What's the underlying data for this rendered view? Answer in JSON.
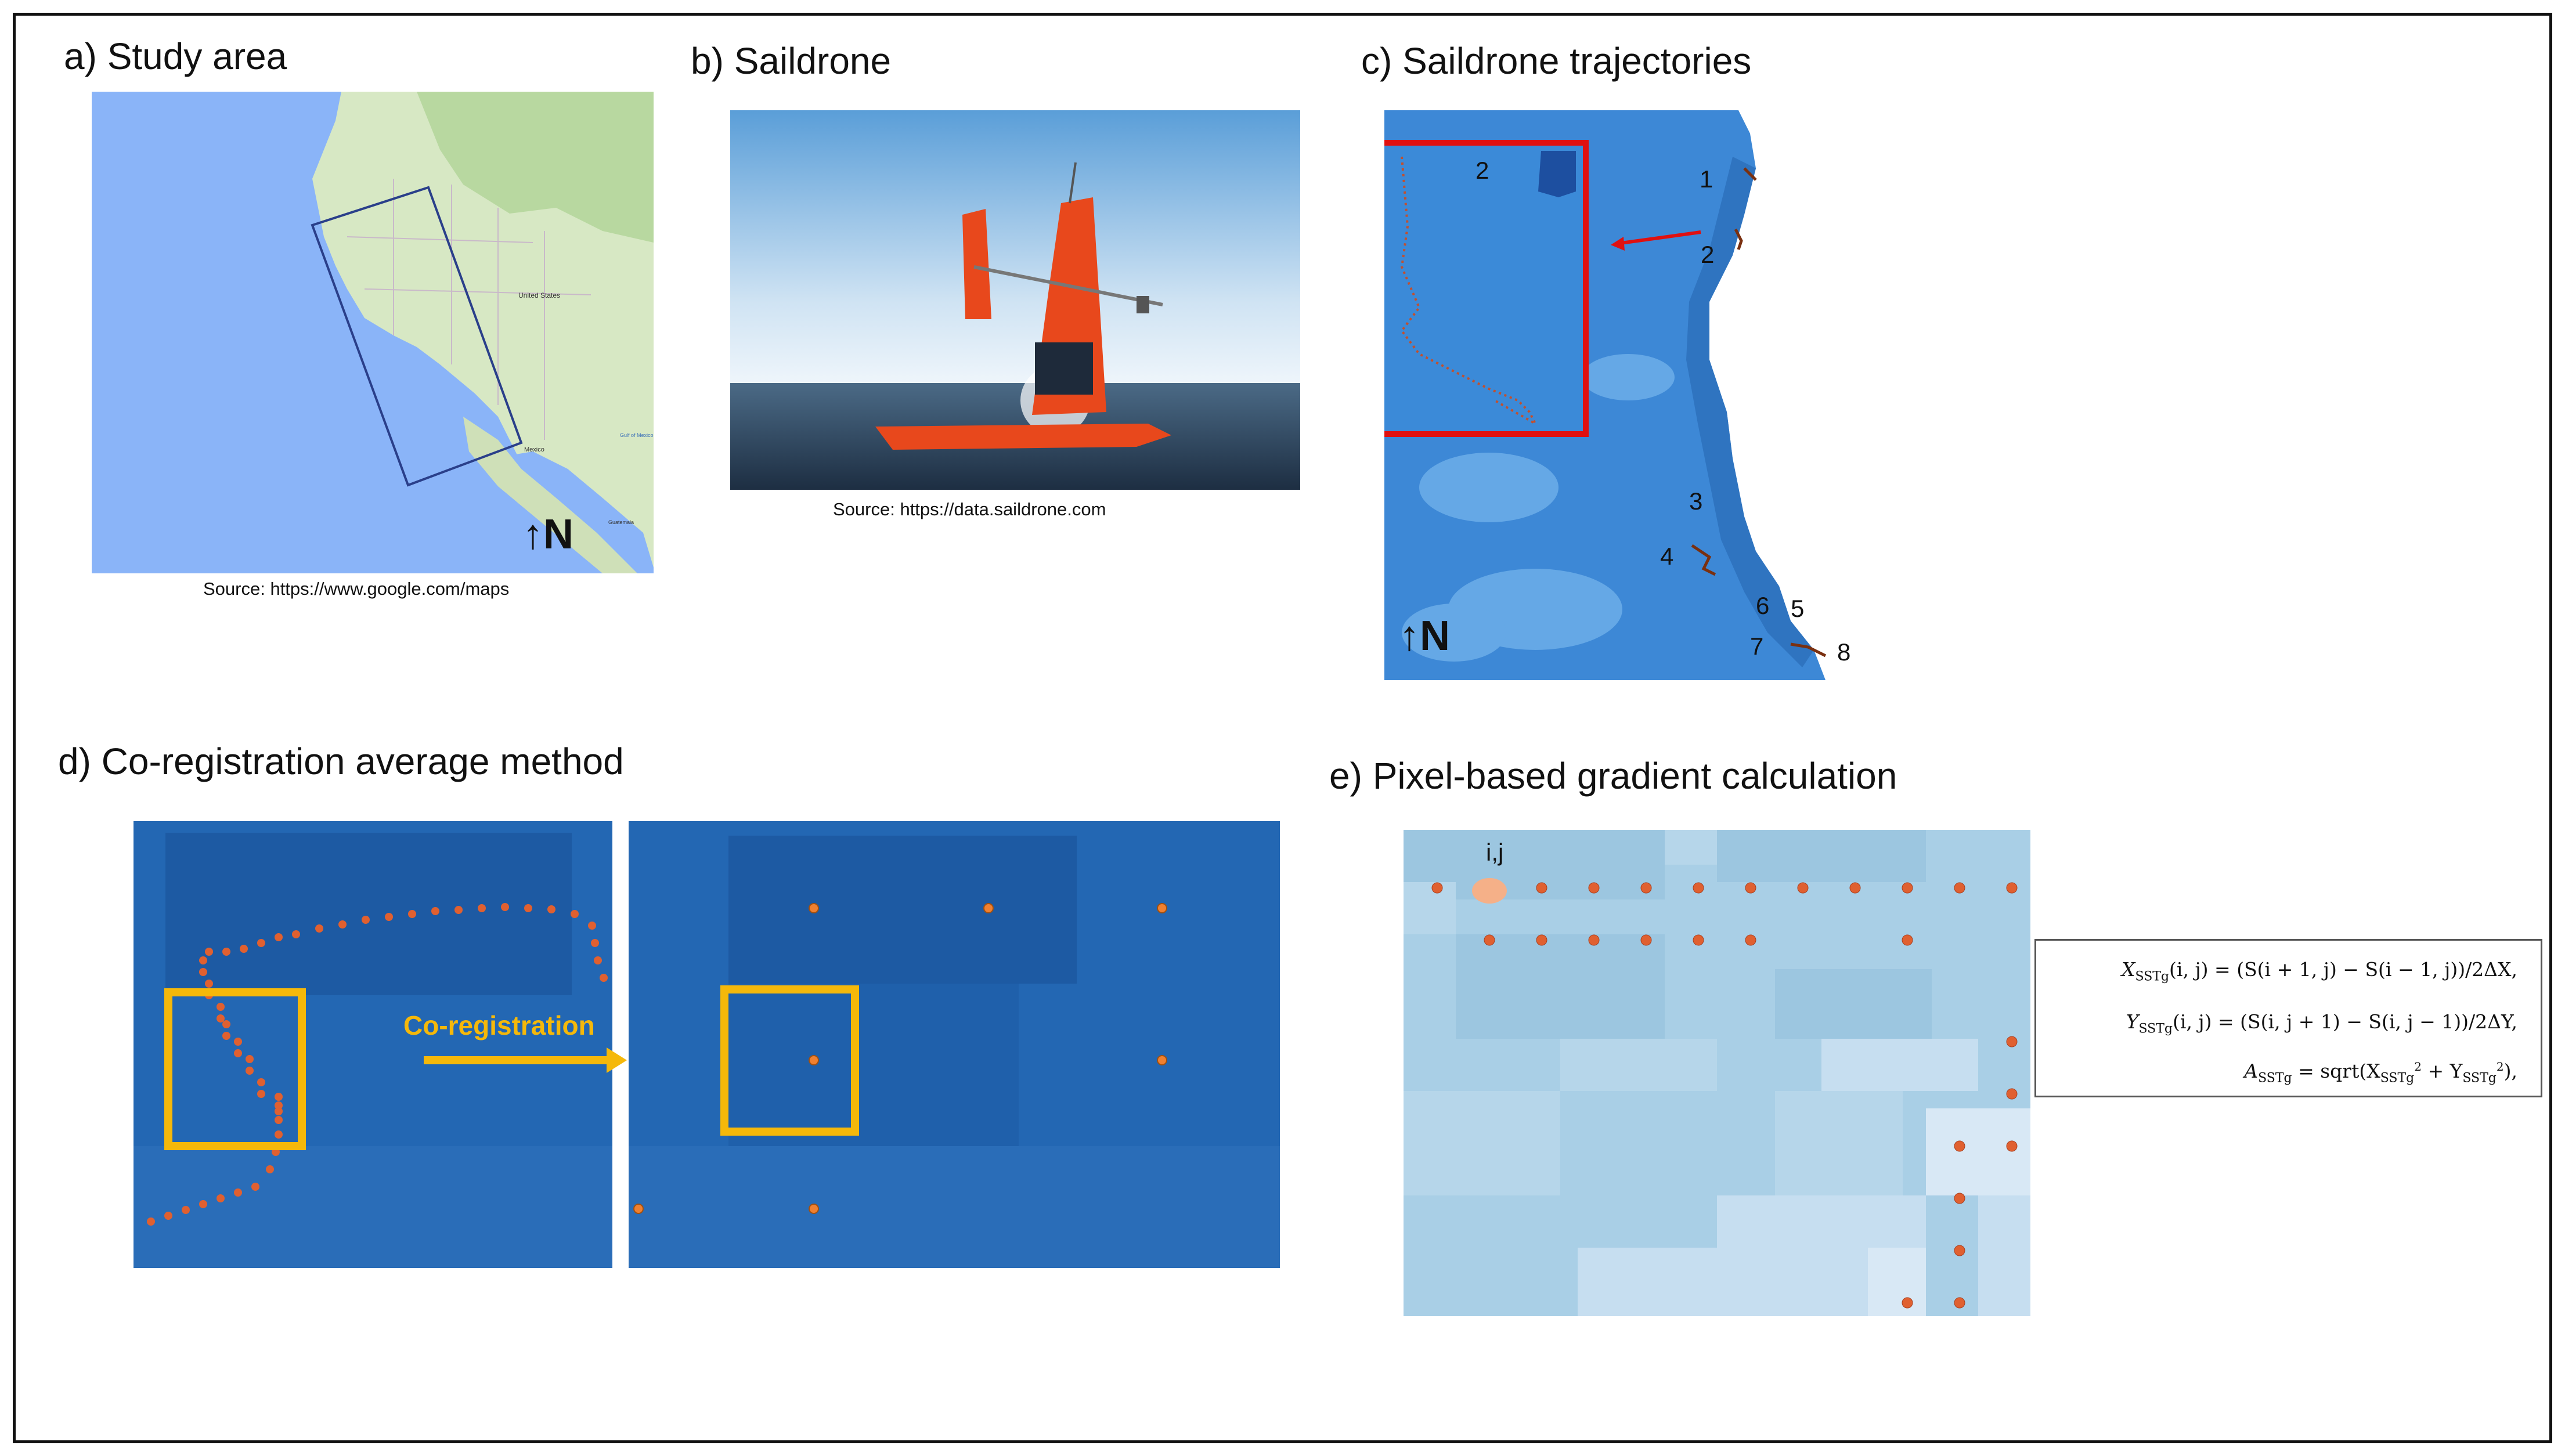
{
  "panels": {
    "a": {
      "label": "a) Study area",
      "source": "Source: https://www.google.com/maps",
      "map_labels": {
        "us": "United States",
        "mexico": "Mexico",
        "gulf": "Gulf of Mexico",
        "guatemala": "Guatemala"
      },
      "north": "↑N"
    },
    "b": {
      "label": "b) Saildrone",
      "source": "Source: https://data.saildrone.com"
    },
    "c": {
      "label": "c) Saildrone trajectories",
      "north": "↑N",
      "markers": [
        "2",
        "1",
        "2",
        "3",
        "4",
        "6",
        "5",
        "7",
        "8"
      ]
    },
    "d": {
      "label": "d) Co-registration average method",
      "arrow_label": "Co-registration"
    },
    "e": {
      "label": "e) Pixel-based gradient calculation",
      "pixel_label": "i,j"
    }
  },
  "formulas": {
    "x_lhs": "X",
    "x_sub": "SSTg",
    "x_rhs": "(i, j) = (S(i + 1, j) − S(i − 1, j))/2ΔX,",
    "y_lhs": "Y",
    "y_sub": "SSTg",
    "y_rhs": "(i, j) = (S(i, j + 1) − S(i, j − 1))/2ΔY,",
    "a_lhs": "A",
    "a_sub": "SSTg",
    "a_rhs": " = sqrt(X",
    "a_sup": "2",
    "a_mid": " + Y",
    "a_end": "),"
  },
  "colors": {
    "ocean_blue": "#1f5fa8",
    "highlight_yellow": "#f5b80a",
    "inset_red": "#e01010",
    "saildrone_orange": "#e8481c"
  }
}
